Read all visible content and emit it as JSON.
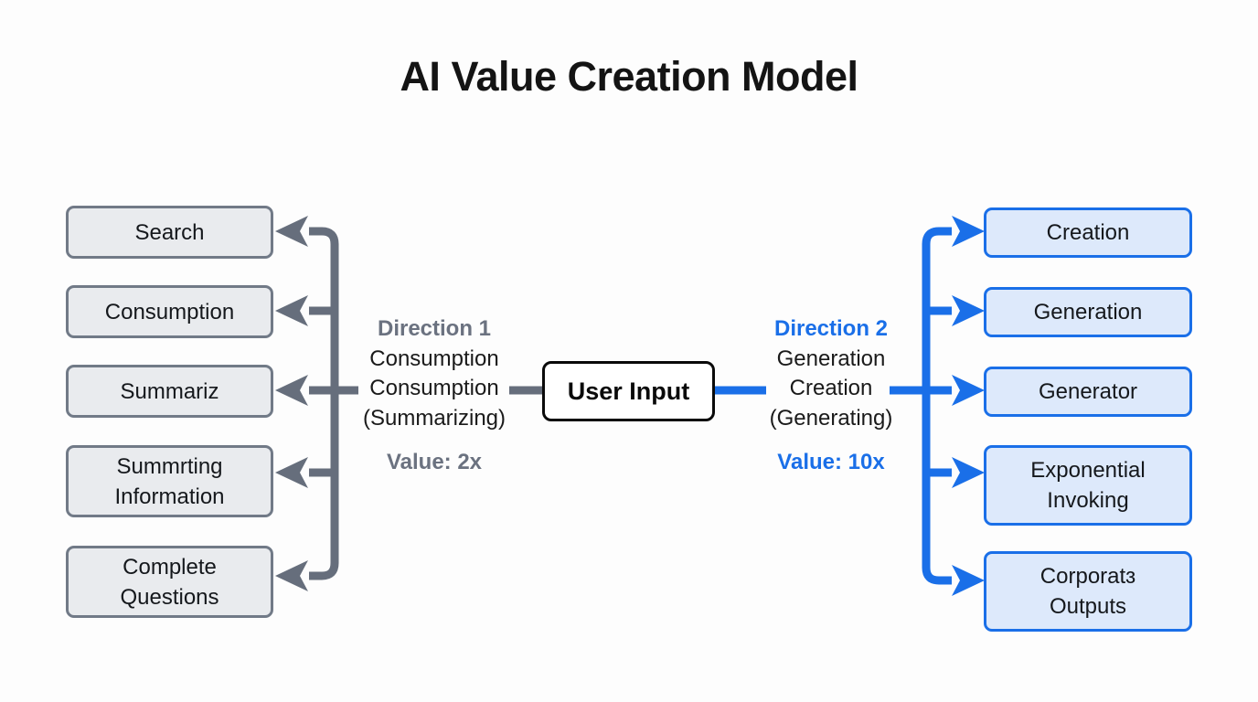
{
  "title": "AI Value Creation Model",
  "center": {
    "label": "User Input"
  },
  "left_flow": {
    "direction_label": "Direction 1",
    "description_lines": [
      "Consumption",
      "Consumption",
      "(Summarizing)"
    ],
    "value_label": "Value: 2x",
    "boxes": [
      {
        "label": "Search"
      },
      {
        "label": "Consumption"
      },
      {
        "label": "Summariz"
      },
      {
        "label": "Summrting\nInformation"
      },
      {
        "label": "Complete\nQuestions"
      }
    ]
  },
  "right_flow": {
    "direction_label": "Direction 2",
    "description_lines": [
      "Generation",
      "Creation",
      "(Generating)"
    ],
    "value_label": "Value: 10x",
    "boxes": [
      {
        "label": "Creation"
      },
      {
        "label": "Generation"
      },
      {
        "label": "Generator"
      },
      {
        "label": "Exponential\nInvoking"
      },
      {
        "label": "Corporatɜ\nOutputs"
      }
    ]
  },
  "colors": {
    "gray_connector": "#666e7c",
    "gray_box_border": "#717a87",
    "gray_box_fill": "#e9ebee",
    "blue_connector": "#1a6fe8",
    "blue_box_border": "#1a6fe8",
    "blue_box_fill": "#dde9fb",
    "muted_text": "#6b7280",
    "blue_text": "#1a6fe8",
    "title_text": "#141414"
  }
}
